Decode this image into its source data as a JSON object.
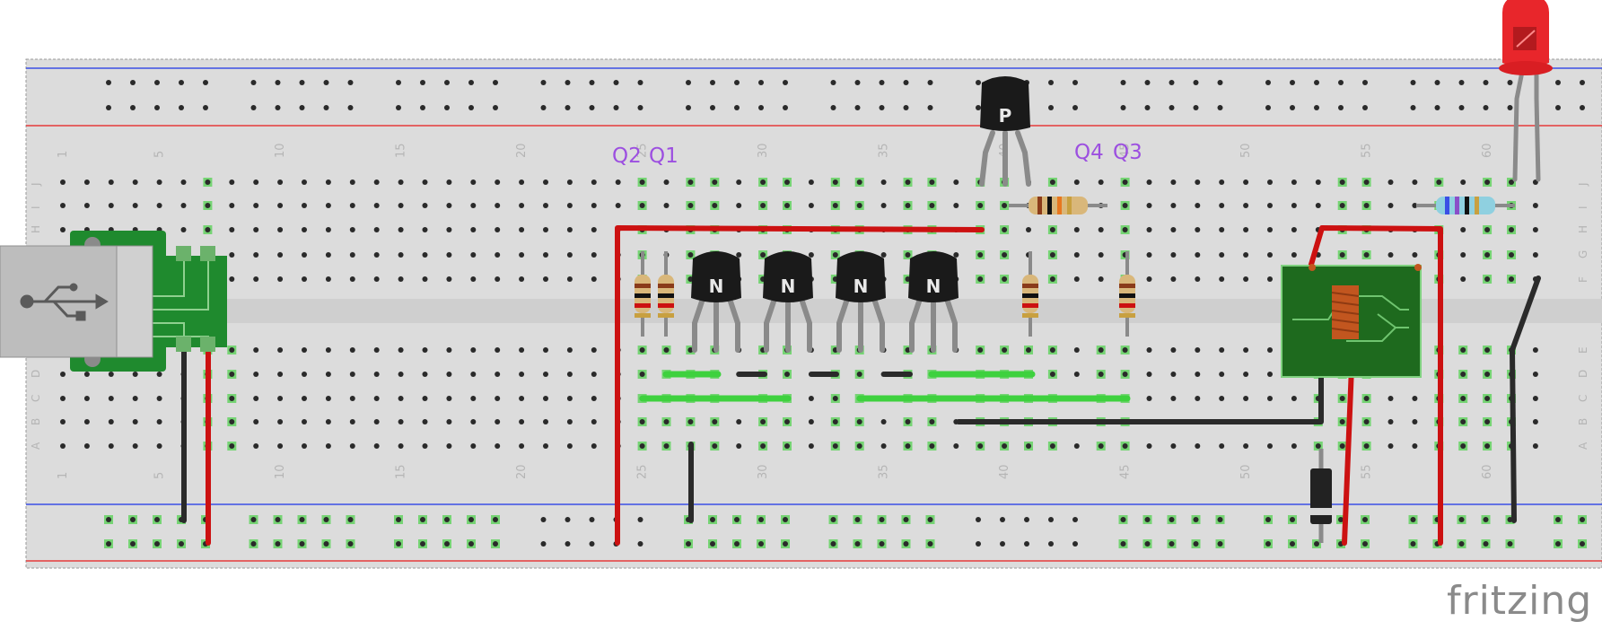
{
  "branding": {
    "logo_text": "fritzing"
  },
  "breadboard": {
    "column_numbers": [
      "1",
      "5",
      "10",
      "15",
      "20",
      "25",
      "30",
      "35",
      "40",
      "45",
      "50",
      "55",
      "60"
    ],
    "row_letters_top": [
      "J",
      "I",
      "H",
      "G",
      "F"
    ],
    "row_letters_bottom": [
      "E",
      "D",
      "C",
      "B",
      "A"
    ],
    "colors": {
      "body": "#dcdcdc",
      "rail_red": "#e53b3b",
      "rail_blue": "#3b4fe5",
      "hole": "#2a2a2a",
      "active_hole": "#76d474"
    }
  },
  "labels": {
    "q2": "Q2",
    "q1": "Q1",
    "q4": "Q4",
    "q3": "Q3"
  },
  "components": {
    "npn_letter": "N",
    "pnp_letter": "P",
    "usb_icon": "usb-icon",
    "colors": {
      "wire_red": "#cc1111",
      "wire_black": "#2a2a2a",
      "jumper_green": "#3ed13e",
      "pcb_green": "#1f8a2e",
      "led_red": "#e8262b"
    }
  }
}
